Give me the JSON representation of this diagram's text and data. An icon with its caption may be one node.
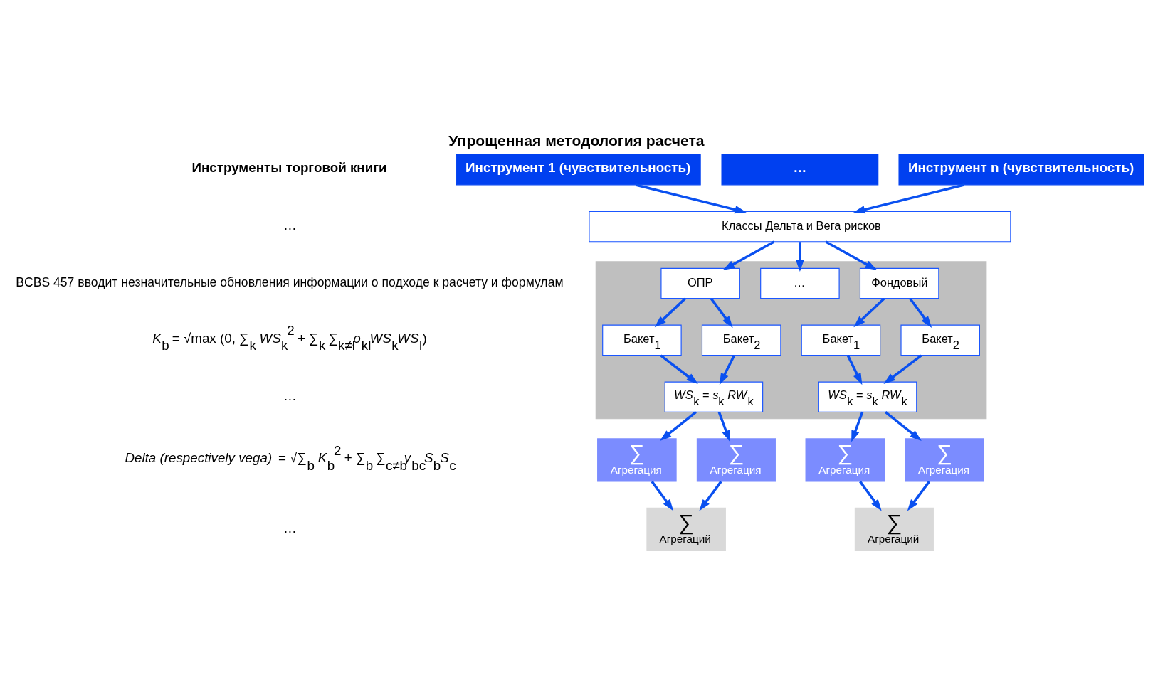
{
  "diagram": {
    "title": "Упрощенная методология расчета",
    "nodes": [
      {
        "text": [
          "Инструмент 1 (чувствительность)"
        ]
      },
      {
        "text": [
          "…"
        ]
      },
      {
        "text": [
          "Инструмент n (чувствительность)"
        ]
      },
      {
        "text": [
          "Классы Дельта и Вега рисков"
        ]
      },
      {
        "text": [],
        "shape": "box"
      },
      {
        "text": [
          "ОПР"
        ],
        "in": 4
      },
      {
        "text": [
          "…"
        ],
        "in": 4
      },
      {
        "text": [
          "Фондовый"
        ],
        "in": 4
      },
      {
        "text": [
          "Бакет$_{1}$"
        ],
        "in": 4
      },
      {
        "text": [
          "Бакет$_{2}$"
        ],
        "in": 4
      },
      {
        "text": [
          "Бакет$_{1}$"
        ],
        "in": 4
      },
      {
        "text": [
          "Бакет$_{2}$"
        ],
        "in": 4
      },
      {
        "text": [
          "*WS*$_{k}$ = *s*$_{k}$ *RW*$_{k}$"
        ],
        "in": 4
      },
      {
        "text": [
          "*WS*$_{k}$ = *s*$_{k}$ *RW*$_{k}$"
        ],
        "in": 4
      },
      {
        "text": [
          "∑",
          "Агрегация"
        ]
      },
      {
        "text": [
          "∑",
          "Агрегация"
        ]
      },
      {
        "text": [
          "∑",
          "Агрегация"
        ]
      },
      {
        "text": [
          "∑",
          "Агрегация"
        ]
      },
      {
        "text": [
          "∑",
          "Агрегаций"
        ]
      },
      {
        "text": [
          "∑",
          "Агрегаций"
        ]
      }
    ],
    "edges": [
      {
        "from": 0,
        "to": 3,
        "arrow": "to"
      },
      {
        "from": 2,
        "to": 3,
        "arrow": "to"
      },
      {
        "from": 3,
        "to": 5,
        "arrow": "to"
      },
      {
        "from": 3,
        "to": 6,
        "arrow": "to"
      },
      {
        "from": 3,
        "to": 7,
        "arrow": "to"
      },
      {
        "from": 5,
        "to": 8,
        "arrow": "to"
      },
      {
        "from": 5,
        "to": 9,
        "arrow": "to"
      },
      {
        "from": 7,
        "to": 10,
        "arrow": "to"
      },
      {
        "from": 7,
        "to": 11,
        "arrow": "to"
      },
      {
        "from": 8,
        "to": 12,
        "arrow": "to"
      },
      {
        "from": 9,
        "to": 12,
        "arrow": "to"
      },
      {
        "from": 10,
        "to": 13,
        "arrow": "to"
      },
      {
        "from": 11,
        "to": 13,
        "arrow": "to"
      },
      {
        "from": 12,
        "to": 14,
        "arrow": "to"
      },
      {
        "from": 12,
        "to": 15,
        "arrow": "to"
      },
      {
        "from": 13,
        "to": 16,
        "arrow": "to"
      },
      {
        "from": 13,
        "to": 17,
        "arrow": "to"
      },
      {
        "from": 14,
        "to": 18,
        "arrow": "to"
      },
      {
        "from": 15,
        "to": 18,
        "arrow": "to"
      },
      {
        "from": 16,
        "to": 19,
        "arrow": "to"
      },
      {
        "from": 17,
        "to": 19,
        "arrow": "to"
      }
    ],
    "labels": [
      "Инструменты торговой книги",
      "…",
      "BCBS 457 вводит незначительные обновления информации о подходе к расчету и формулам",
      "*K*$_{b}$ = √max (0, ∑$_{k}$ *WS*$_{k}$$^{2}$ + ∑$_{k}$ ∑$_{k≠l}$*ρ*$_{kl}$*WS*$_{k}$*WS*$_{l}$)",
      "…",
      "*Delta (respectively vega)* = √∑$_{b}$ *K*$_{b}$$^{2}$ + ∑$_{b}$ ∑$_{c≠b}$*γ*$_{bc}$*S*$_{b}$*S*$_{c}$",
      "…"
    ]
  }
}
